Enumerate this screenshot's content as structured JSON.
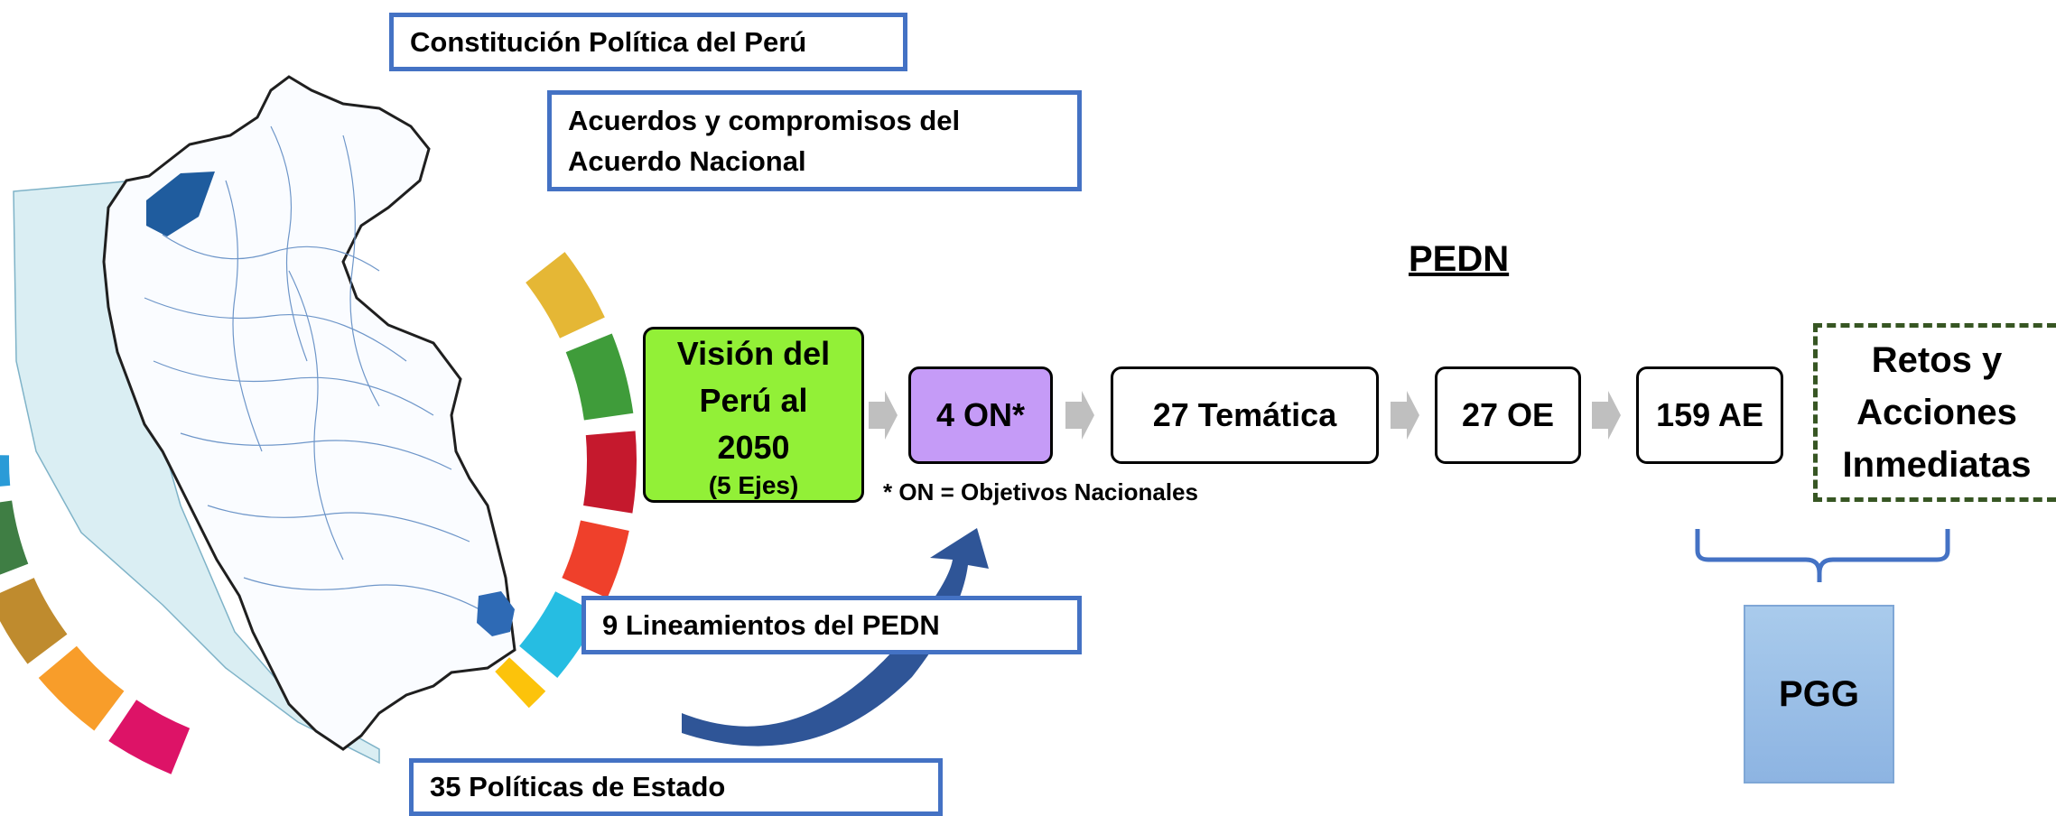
{
  "frameworks": {
    "constitucion": "Constitución Política del Perú",
    "acuerdos_line1": "Acuerdos y compromisos del",
    "acuerdos_line2": "Acuerdo Nacional",
    "lineamientos": "9 Lineamientos del PEDN",
    "politicas": "35 Políticas de Estado"
  },
  "pedn_title": "PEDN",
  "flow": {
    "vision_line1": "Visión del",
    "vision_line2": "Perú al",
    "vision_line3": "2050",
    "vision_sub": "(5 Ejes)",
    "on": "4 ON*",
    "tematica": "27 Temática",
    "oe": "27 OE",
    "ae": "159 AE",
    "retos_line1": "Retos y",
    "retos_line2": "Acciones",
    "retos_line3": "Inmediatas"
  },
  "footnote": "* ON = Objetivos Nacionales",
  "pgg": "PGG",
  "colors": {
    "frame_blue": "#4472C4",
    "vision_green": "#92F037",
    "on_purple": "#C59BF7",
    "retos_dash": "#375623",
    "pgg_blue": "#9DC3E6",
    "flow_arrow": "#BFBFBF",
    "curved_arrow": "#2F5597",
    "ocean": "#DAEEF3"
  }
}
